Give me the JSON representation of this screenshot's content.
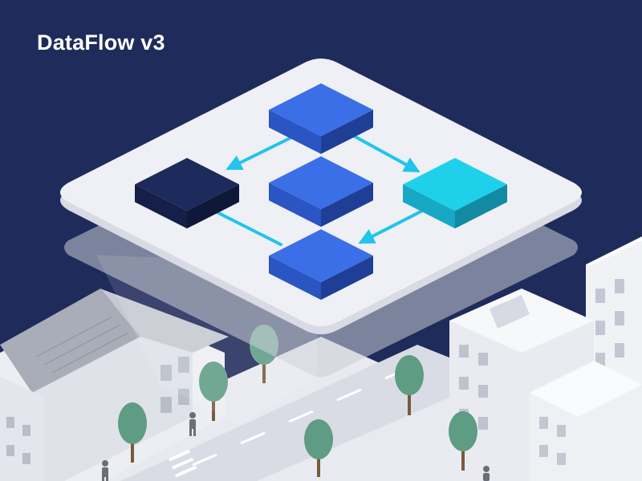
{
  "title": "DataFlow v3",
  "colors": {
    "background": "#1f2b5a",
    "platform": "#eef0f5",
    "node_blue": "#3b6fe8",
    "node_navy": "#1c2a5c",
    "node_cyan": "#1fd0ea",
    "arrow": "#21c4ea",
    "building": "#e6e8ee",
    "tree": "#5e9c84"
  },
  "nodes": [
    {
      "id": "top",
      "color": "node_blue"
    },
    {
      "id": "left",
      "color": "node_navy"
    },
    {
      "id": "center",
      "color": "node_blue"
    },
    {
      "id": "right",
      "color": "node_cyan"
    },
    {
      "id": "bottom",
      "color": "node_blue"
    }
  ],
  "edges": [
    {
      "from": "top",
      "to": "left"
    },
    {
      "from": "top",
      "to": "right"
    },
    {
      "from": "right",
      "to": "bottom"
    },
    {
      "from": "left",
      "to": "bottom"
    }
  ]
}
